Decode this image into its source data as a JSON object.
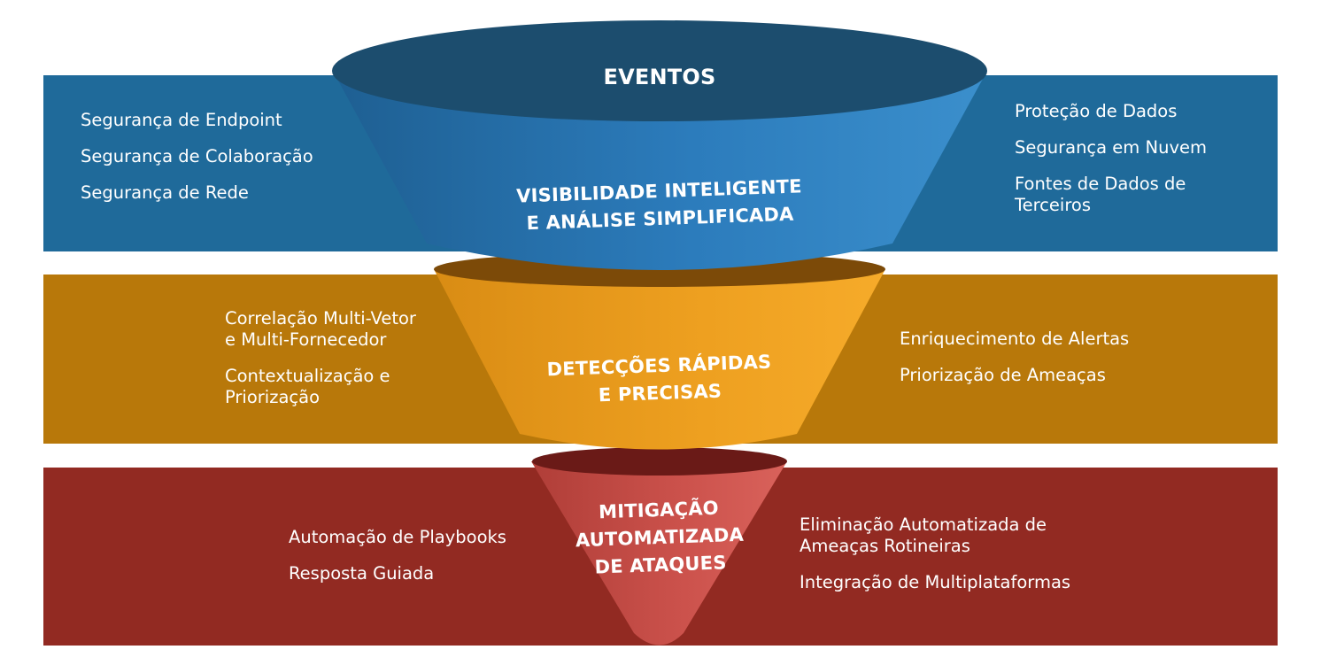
{
  "colors": {
    "band_1": "#1f6a9a",
    "band_2": "#b8780a",
    "band_3": "#922a22",
    "funnel_top_rim": "#1c4d6e",
    "funnel_top_body": "#2d7fbd",
    "funnel_mid_body": "#f0a020",
    "funnel_bottom_body": "#cf5550"
  },
  "stages": [
    {
      "header": "EVENTOS",
      "title": "VISIBILIDADE INTELIGENTE\nE ANÁLISE SIMPLIFICADA",
      "left_items": [
        "Segurança de Endpoint",
        "Segurança de Colaboração",
        "Segurança de Rede"
      ],
      "right_items": [
        "Proteção de Dados",
        "Segurança em Nuvem",
        "Fontes de Dados de\nTerceiros"
      ]
    },
    {
      "title": "DETECÇÕES RÁPIDAS\nE PRECISAS",
      "left_items": [
        "Correlação Multi-Vetor\ne Multi-Fornecedor",
        "Contextualização e\nPriorização"
      ],
      "right_items": [
        "Enriquecimento de Alertas",
        "Priorização de Ameaças"
      ]
    },
    {
      "title": "MITIGAÇÃO\nAUTOMATIZADA\nDE ATAQUES",
      "left_items": [
        "Automação de Playbooks",
        "Resposta Guiada"
      ],
      "right_items": [
        "Eliminação Automatizada de\nAmeaças Rotineiras",
        "Integração de Multiplataformas"
      ]
    }
  ]
}
